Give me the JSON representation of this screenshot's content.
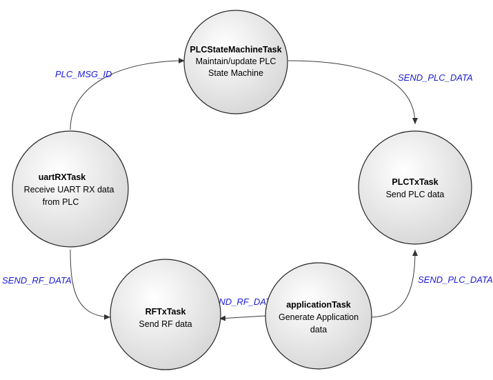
{
  "nodes": {
    "plc_state_machine": {
      "title": "PLCStateMachineTask",
      "lines": [
        "Maintain/update PLC",
        "State Machine"
      ]
    },
    "plc_tx": {
      "title": "PLCTxTask",
      "lines": [
        "Send PLC data"
      ]
    },
    "uart_rx": {
      "title": "uartRXTask",
      "lines": [
        "Receive UART RX data",
        "from PLC"
      ]
    },
    "rf_tx": {
      "title": "RFTxTask",
      "lines": [
        "Send RF data"
      ]
    },
    "application": {
      "title": "applicationTask",
      "lines": [
        "Generate Application",
        "data"
      ]
    }
  },
  "edges": {
    "uart_to_statemachine": "PLC_MSG_ID",
    "statemachine_to_plctx": "SEND_PLC_DATA",
    "uart_to_rftx": "SEND_RF_DATA",
    "app_to_rftx": "SEND_RF_DATA",
    "app_to_plctx": "SEND_PLC_DATA"
  },
  "colors": {
    "edge_label": "#1a1ad6",
    "circle_fill_light": "#ffffff",
    "circle_fill_dark": "#d8d8d8",
    "stroke": "#222222"
  }
}
